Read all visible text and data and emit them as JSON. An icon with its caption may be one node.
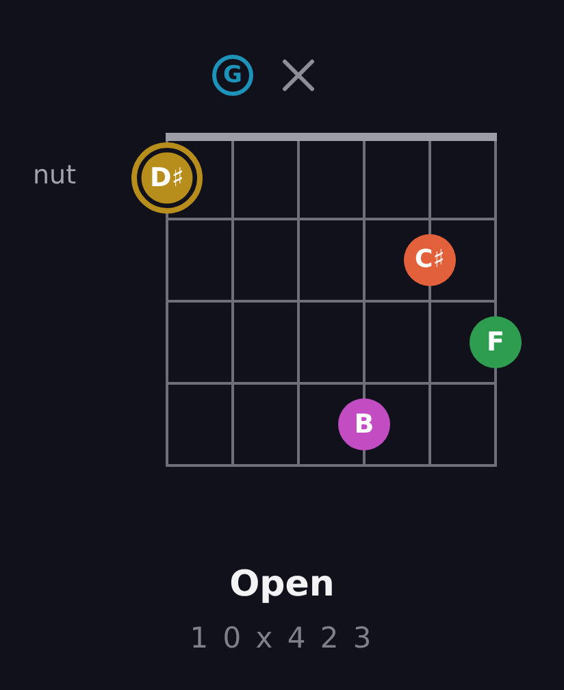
{
  "diagram": {
    "title": "Open",
    "caption": "1 0 x 4 2 3",
    "nodes": [
      {
        "text": [
          "G"
        ]
      },
      {
        "text": [
          "D♯"
        ]
      },
      {
        "text": [
          "C♯"
        ]
      },
      {
        "text": [
          "F"
        ]
      },
      {
        "text": [
          "B"
        ]
      }
    ],
    "labels": [
      "nut"
    ]
  }
}
